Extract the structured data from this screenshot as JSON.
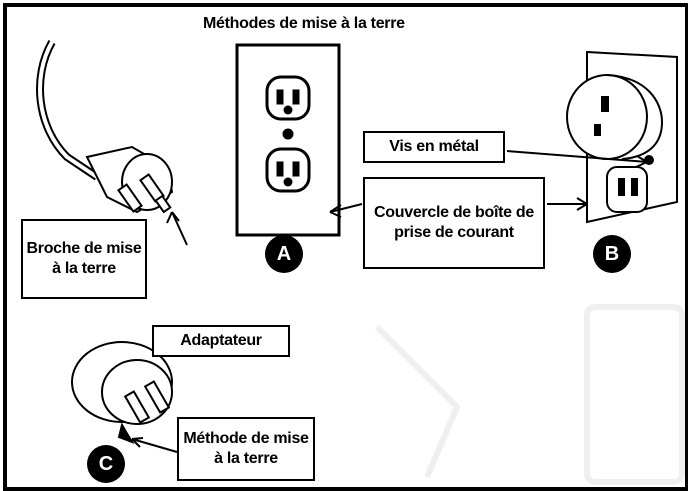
{
  "title": "Méthodes de mise à la terre",
  "labels": {
    "ground_pin": "Broche de mise à la terre",
    "metal_screw": "Vis en métal",
    "cover": "Couvercle de boîte de prise de courant",
    "adapter": "Adaptateur",
    "ground_method": "Méthode de mise à la terre"
  },
  "badges": {
    "a": "A",
    "b": "B",
    "c": "C"
  },
  "colors": {
    "ink": "#000000",
    "paper": "#ffffff",
    "watermark": "#eeeeee"
  }
}
